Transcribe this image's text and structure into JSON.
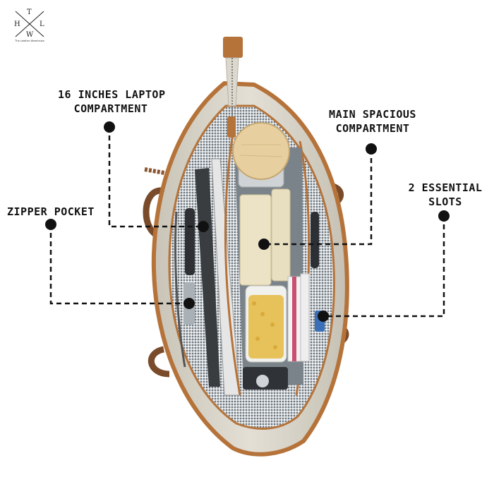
{
  "logo": {
    "letters": {
      "top": "T",
      "left": "H",
      "right": "L",
      "bottom": "W"
    },
    "tagline": "The Leather Warehouse"
  },
  "callouts": [
    {
      "id": "laptop",
      "line1": "16 INCHES LAPTOP",
      "line2": "COMPARTMENT"
    },
    {
      "id": "main",
      "line1": "MAIN SPACIOUS",
      "line2": "COMPARTMENT"
    },
    {
      "id": "zipper",
      "line1": "ZIPPER POCKET",
      "line2": ""
    },
    {
      "id": "slots",
      "line1": "2 ESSENTIAL",
      "line2": "SLOTS"
    }
  ],
  "colors": {
    "leather": "#b5733a",
    "canvas": "#d8d4c9",
    "lining": "#9aa2a8",
    "line": "#111111"
  }
}
